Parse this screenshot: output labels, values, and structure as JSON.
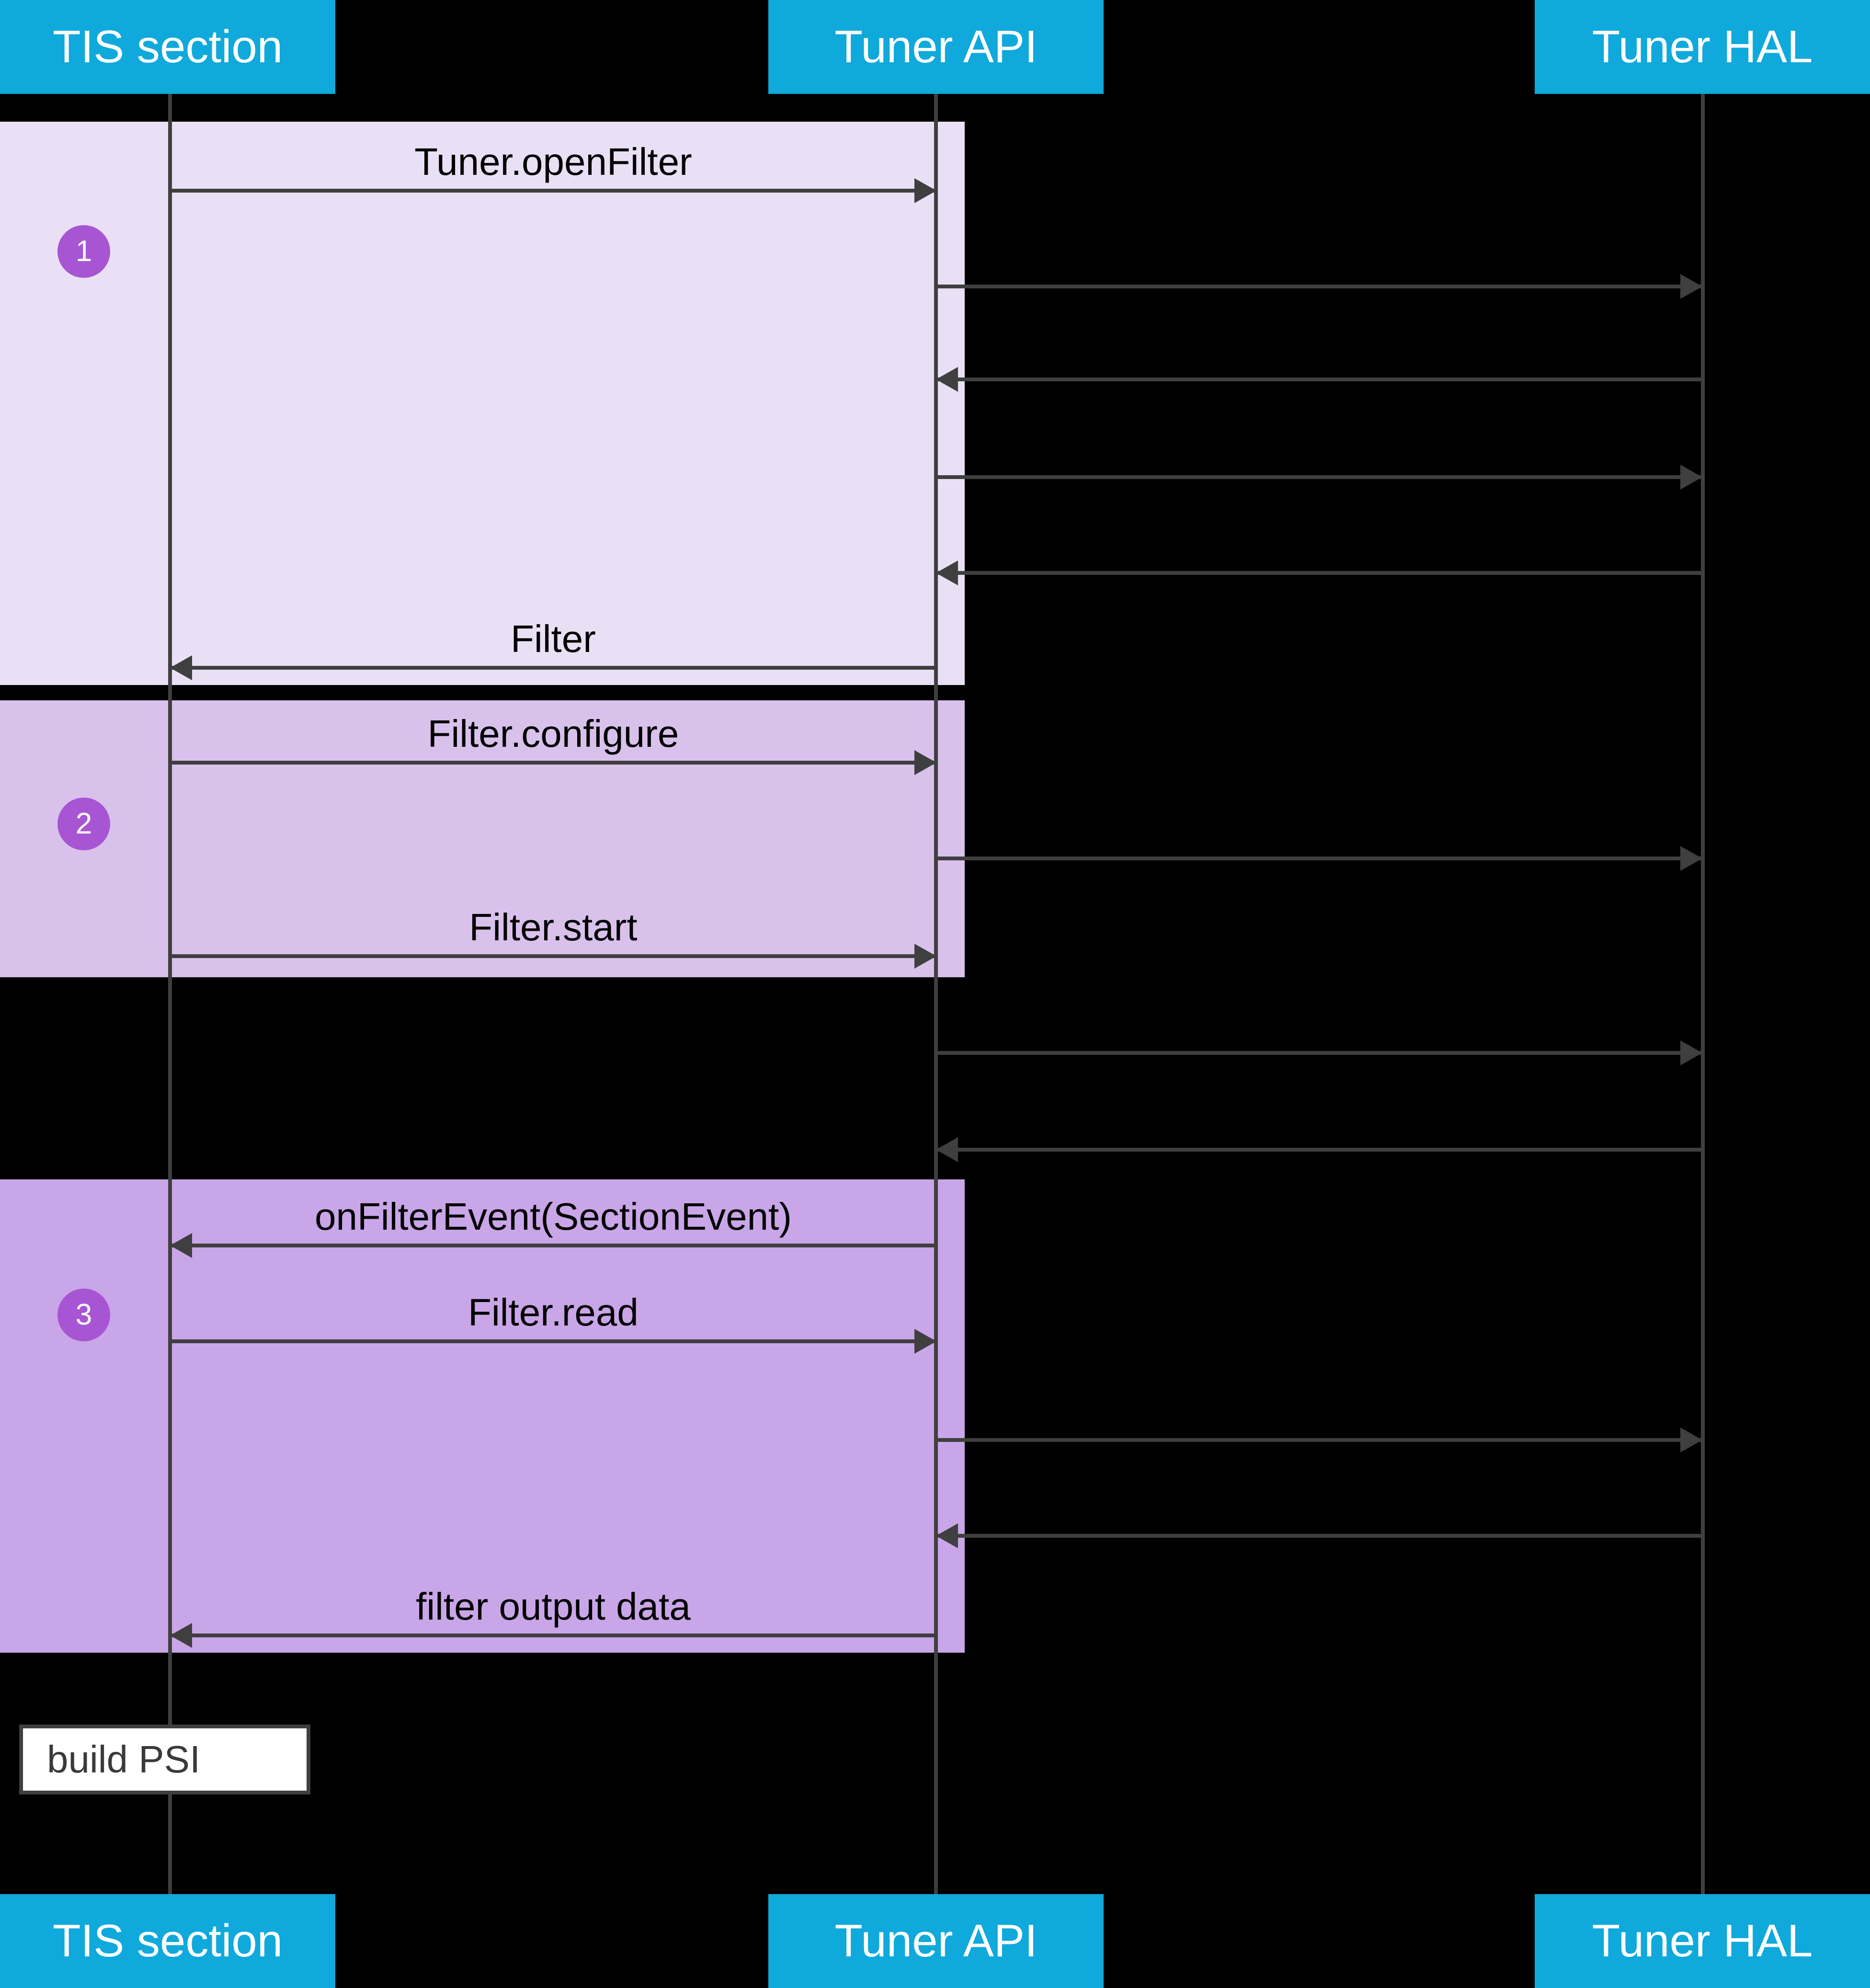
{
  "diagram": {
    "type": "sequence-diagram",
    "title": "TIS section filtering sequence",
    "colors": {
      "participant_header": "#0FA9DB",
      "participant_text": "#ffffff",
      "background": "#000000",
      "lifeline": "#3f3f3f",
      "arrow": "#3f3f3f",
      "badge": "#A855D3",
      "band_step1": "#EAE0F5",
      "band_step2": "#D8C2EC",
      "band_step3": "#C9A6E8",
      "note_fill": "#ffffff",
      "note_border": "#3f3f3f"
    }
  },
  "participants": [
    {
      "id": "tis",
      "label": "TIS section"
    },
    {
      "id": "api",
      "label": "Tuner API"
    },
    {
      "id": "hal",
      "label": "Tuner HAL"
    }
  ],
  "footer_participants": [
    {
      "id": "tis",
      "label": "TIS section"
    },
    {
      "id": "api",
      "label": "Tuner API"
    },
    {
      "id": "hal",
      "label": "Tuner HAL"
    }
  ],
  "steps": [
    {
      "number": "1",
      "label": "1"
    },
    {
      "number": "2",
      "label": "2"
    },
    {
      "number": "3",
      "label": "3"
    }
  ],
  "messages": [
    {
      "id": "m1",
      "label": "Tuner.openFilter",
      "from": "tis",
      "to": "api",
      "direction": "right",
      "step": "1"
    },
    {
      "id": "m2",
      "label": "",
      "from": "api",
      "to": "hal",
      "direction": "right",
      "step": "1"
    },
    {
      "id": "m3",
      "label": "",
      "from": "hal",
      "to": "api",
      "direction": "left",
      "step": "1"
    },
    {
      "id": "m4",
      "label": "",
      "from": "api",
      "to": "hal",
      "direction": "right",
      "step": "1"
    },
    {
      "id": "m5",
      "label": "",
      "from": "hal",
      "to": "api",
      "direction": "left",
      "step": "1"
    },
    {
      "id": "m6",
      "label": "Filter",
      "from": "api",
      "to": "tis",
      "direction": "left",
      "step": "1"
    },
    {
      "id": "m7",
      "label": "Filter.configure",
      "from": "tis",
      "to": "api",
      "direction": "right",
      "step": "2"
    },
    {
      "id": "m8",
      "label": "",
      "from": "api",
      "to": "hal",
      "direction": "right",
      "step": "2"
    },
    {
      "id": "m9",
      "label": "Filter.start",
      "from": "tis",
      "to": "api",
      "direction": "right",
      "step": "2"
    },
    {
      "id": "m10",
      "label": "",
      "from": "api",
      "to": "hal",
      "direction": "right",
      "step": ""
    },
    {
      "id": "m11",
      "label": "",
      "from": "hal",
      "to": "api",
      "direction": "left",
      "step": ""
    },
    {
      "id": "m12",
      "label": "onFilterEvent(SectionEvent)",
      "from": "api",
      "to": "tis",
      "direction": "left",
      "step": "3"
    },
    {
      "id": "m13",
      "label": "Filter.read",
      "from": "tis",
      "to": "api",
      "direction": "right",
      "step": "3"
    },
    {
      "id": "m14",
      "label": "",
      "from": "api",
      "to": "hal",
      "direction": "right",
      "step": "3"
    },
    {
      "id": "m15",
      "label": "",
      "from": "hal",
      "to": "api",
      "direction": "left",
      "step": "3"
    },
    {
      "id": "m16",
      "label": "filter output data",
      "from": "api",
      "to": "tis",
      "direction": "left",
      "step": "3"
    }
  ],
  "note": {
    "label": "build PSI"
  }
}
